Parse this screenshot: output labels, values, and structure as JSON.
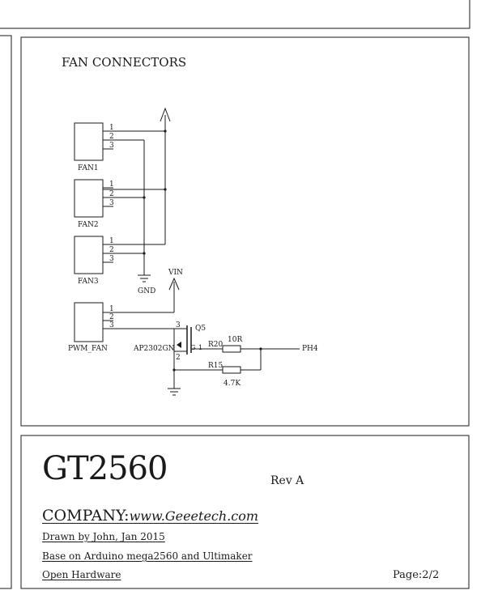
{
  "schematic": {
    "section_title": "FAN CONNECTORS",
    "connectors": [
      {
        "name": "FAN1",
        "pins": [
          "1",
          "2",
          "3"
        ]
      },
      {
        "name": "FAN2",
        "pins": [
          "1",
          "2",
          "3"
        ]
      },
      {
        "name": "FAN3",
        "pins": [
          "1",
          "2",
          "3"
        ]
      },
      {
        "name": "PWM_FAN",
        "pins": [
          "1",
          "2",
          "3"
        ]
      }
    ],
    "gnd_label": "GND",
    "vin_label": "VIN",
    "transistor": {
      "ref": "Q5",
      "part": "AP2302GN",
      "pins": {
        "d": "3",
        "g": "G",
        "g_num": "1",
        "s": "2"
      }
    },
    "resistors": [
      {
        "ref": "R20",
        "value": "10R"
      },
      {
        "ref": "R15",
        "value": "4.7K"
      }
    ],
    "net_label": "PH4"
  },
  "title_block": {
    "title": "GT2560",
    "revision": "Rev A",
    "company_prefix": "COMPANY:",
    "company_url": "www.Geeetech.com",
    "drawn_by": "Drawn by John, Jan  2015",
    "based_on": "Base on Arduino mega2560 and Ultimaker",
    "license": "Open Hardware",
    "page": "Page:2/2"
  }
}
